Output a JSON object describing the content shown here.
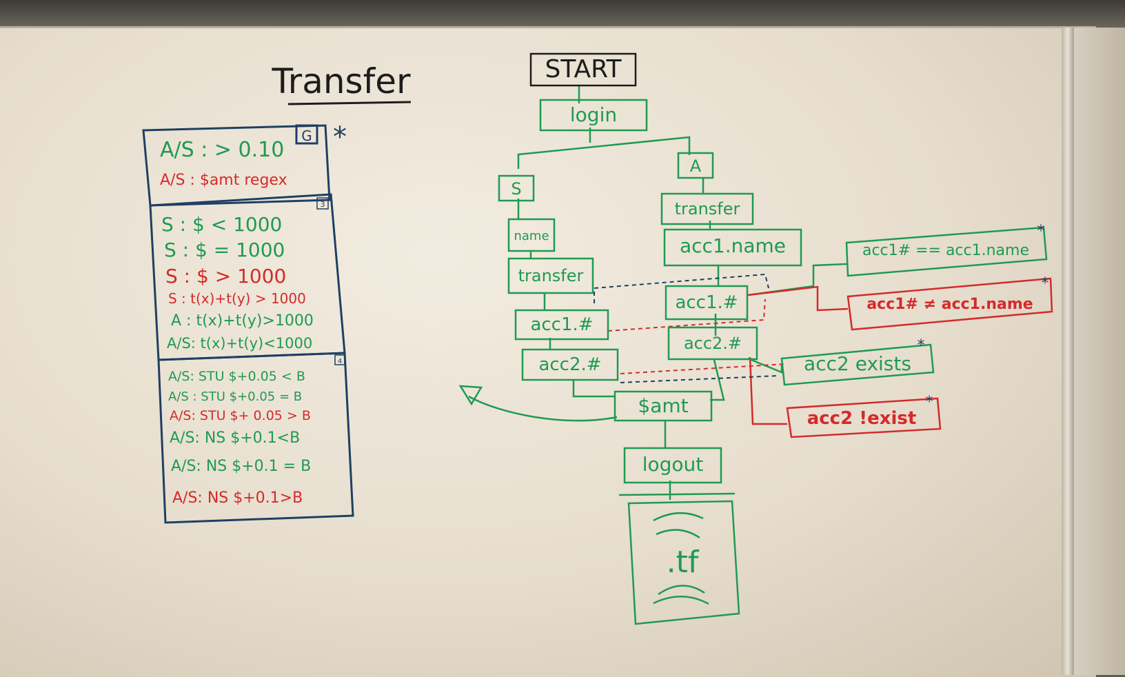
{
  "colors": {
    "blue": "#1f3f63",
    "green": "#1f9a52",
    "red": "#d42a2a",
    "black": "#1c1c1c"
  },
  "title": "Transfer",
  "left_panel": {
    "box1": {
      "tag": "G",
      "star": "*",
      "lines": [
        {
          "text": "A/S : > 0.10",
          "color": "green"
        },
        {
          "text": "A/S : $amt regex",
          "color": "red"
        }
      ]
    },
    "box2": {
      "tag": "3",
      "lines": [
        {
          "text": "S : $ < 1000",
          "color": "green"
        },
        {
          "text": "S : $ = 1000",
          "color": "green"
        },
        {
          "text": "S : $ > 1000",
          "color": "red"
        },
        {
          "text": "S : t(x)+t(y) > 1000",
          "color": "red"
        },
        {
          "text": "A : t(x)+t(y)>1000",
          "color": "green"
        },
        {
          "text": "A/S: t(x)+t(y)<1000",
          "color": "green"
        }
      ]
    },
    "box3": {
      "tag": "4",
      "lines": [
        {
          "text": "A/S: STU $+0.05 < B",
          "color": "green"
        },
        {
          "text": "A/S : STU $+0.05 = B",
          "color": "green"
        },
        {
          "text": "A/S: STU $+ 0.05 > B",
          "color": "red"
        },
        {
          "text": "A/S: NS $+0.1<B",
          "color": "green"
        },
        {
          "text": "A/S: NS $+0.1 = B",
          "color": "green"
        },
        {
          "text": "A/S: NS $+0.1>B",
          "color": "red"
        }
      ]
    }
  },
  "flow": {
    "start": "START",
    "login": "login",
    "s_branch": "S",
    "a_branch": "A",
    "s_name": "name",
    "s_transfer": "transfer",
    "s_acc1": "acc1.#",
    "s_acc2": "acc2.#",
    "a_transfer": "transfer",
    "a_acc1name": "acc1.name",
    "a_acc1": "acc1.#",
    "a_acc2": "acc2.#",
    "amt": "$amt",
    "logout": "logout",
    "tf": ".tf",
    "check_ok": "acc1# == acc1.name",
    "check_bad": "acc1# ≠ acc1.name",
    "exists": "acc2 exists",
    "not_exist": "acc2 !exist",
    "star": "*"
  }
}
